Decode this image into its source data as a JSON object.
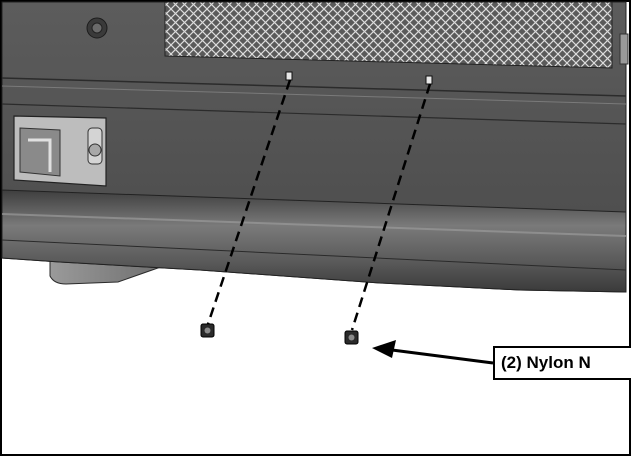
{
  "figure": {
    "callout_label": "(2) Nylon N",
    "part_count": 2,
    "colors": {
      "housing_dark": "#4a4a4a",
      "housing_mid": "#6d6d6d",
      "housing_light": "#8c8c8c",
      "outline": "#000000",
      "background": "#ffffff",
      "mesh": "#d9d9d9"
    },
    "icons": [
      "screw-hole-icon",
      "nylon-nut-icon",
      "arrow-icon",
      "dashed-guide-line"
    ]
  }
}
